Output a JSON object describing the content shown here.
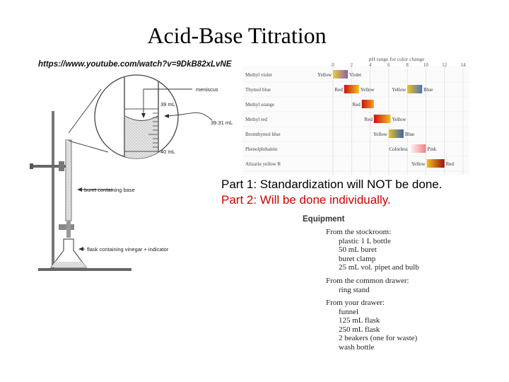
{
  "title": "Acid-Base Titration",
  "url": "https://www.youtube.com/watch?v=9DkB82xLvNE",
  "buret_diagram": {
    "meniscus_label": "meniscus",
    "mark_39": "39 mL",
    "mark_40": "40 mL",
    "reading": "39.31 mL",
    "buret_label": "buret containing base",
    "flask_label": "flask containing vinegar + indicator"
  },
  "ph_chart": {
    "header": "pH range for color change",
    "ticks": [
      "0",
      "2",
      "4",
      "6",
      "8",
      "10",
      "12",
      "14"
    ],
    "indicators": [
      {
        "name": "Methyl violet",
        "from_color": "Yellow",
        "to_color": "Violet",
        "swatch_start": "#e8d030",
        "swatch_end": "#8a5fb0"
      },
      {
        "name": "Thymol blue",
        "from_color": "Red",
        "to_color": "Yellow",
        "swatch_start": "#cc1010",
        "swatch_end": "#f0c020",
        "from_color_2": "Yellow",
        "to_color_2": "Blue",
        "swatch2_start": "#f0c020",
        "swatch2_end": "#4a70c0"
      },
      {
        "name": "Methyl orange",
        "from_color": "Red",
        "to_color": "",
        "swatch_start": "#cc1010",
        "swatch_end": "#f0a020"
      },
      {
        "name": "Methyl red",
        "from_color": "Red",
        "to_color": "Yellow",
        "swatch_start": "#cc1010",
        "swatch_end": "#f0c020"
      },
      {
        "name": "Bromthymol blue",
        "from_color": "Yellow",
        "to_color": "Blue",
        "swatch_start": "#e8c020",
        "swatch_end": "#3a60b0"
      },
      {
        "name": "Phenolphthalein",
        "from_color": "Colorless",
        "to_color": "Pink",
        "swatch_start": "#ffffff",
        "swatch_end": "#f08080"
      },
      {
        "name": "Alizarin yellow R",
        "from_color": "Yellow",
        "to_color": "Red",
        "swatch_start": "#f0c020",
        "swatch_end": "#a01010"
      }
    ]
  },
  "parts": {
    "part1": "Part 1: Standardization will NOT be done.",
    "part2": "Part 2: Will be done individually."
  },
  "equipment": {
    "title": "Equipment",
    "groups": [
      {
        "label": "From the stockroom:",
        "items": [
          "plastic 1 L bottle",
          "50 mL buret",
          "buret clamp",
          "25 mL vol. pipet and bulb"
        ]
      },
      {
        "label": "From the common drawer:",
        "items": [
          "ring stand"
        ]
      },
      {
        "label": "From your drawer:",
        "items": [
          "funnel",
          "125 mL flask",
          "250 mL flask",
          "2 beakers (one for waste)",
          "wash bottle"
        ]
      }
    ]
  }
}
